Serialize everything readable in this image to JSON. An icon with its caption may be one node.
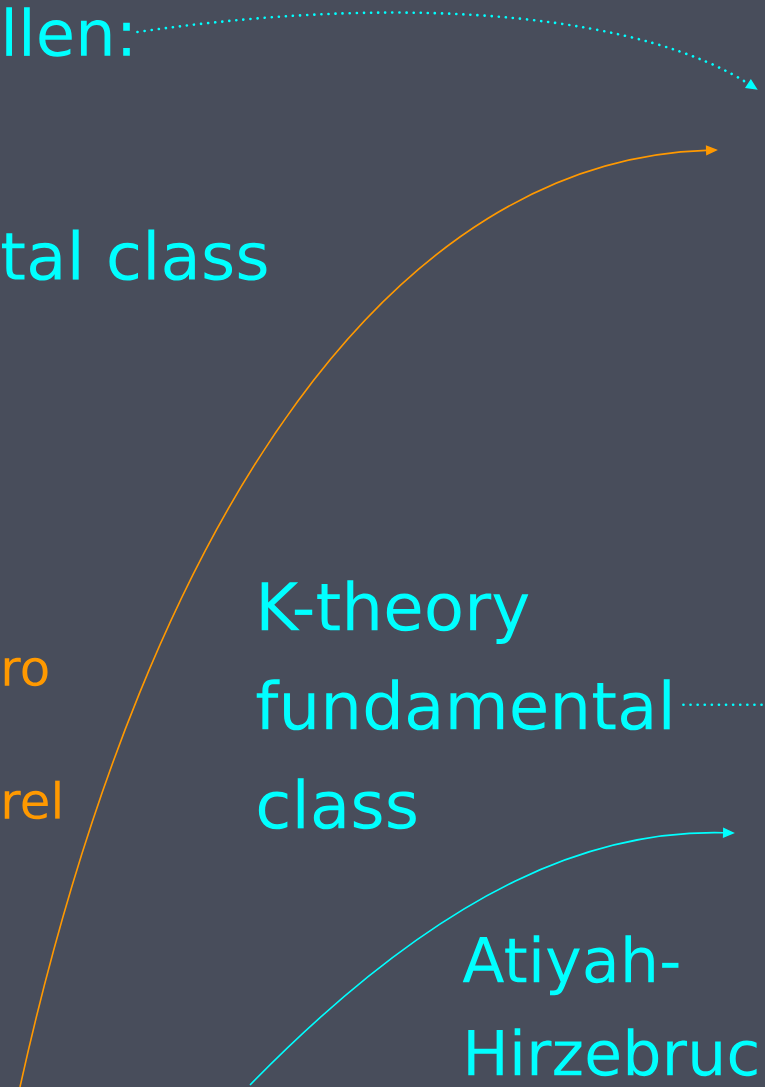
{
  "diagram": {
    "nodes": [
      {
        "text": [
          "llen:"
        ]
      },
      {
        "text": [
          "tal class"
        ]
      },
      {
        "text": [
          "ro"
        ]
      },
      {
        "text": [
          "rel"
        ]
      },
      {
        "text": [
          "K-theory fundamental class"
        ]
      },
      {
        "text": [
          "Atiyah- Hirzebruc"
        ]
      }
    ],
    "edges": [
      {
        "from": 0,
        "to": null,
        "arrow": "to",
        "style": "dashed"
      },
      {
        "from": 4,
        "to": null,
        "arrow": "none",
        "style": "dashed"
      }
    ]
  }
}
